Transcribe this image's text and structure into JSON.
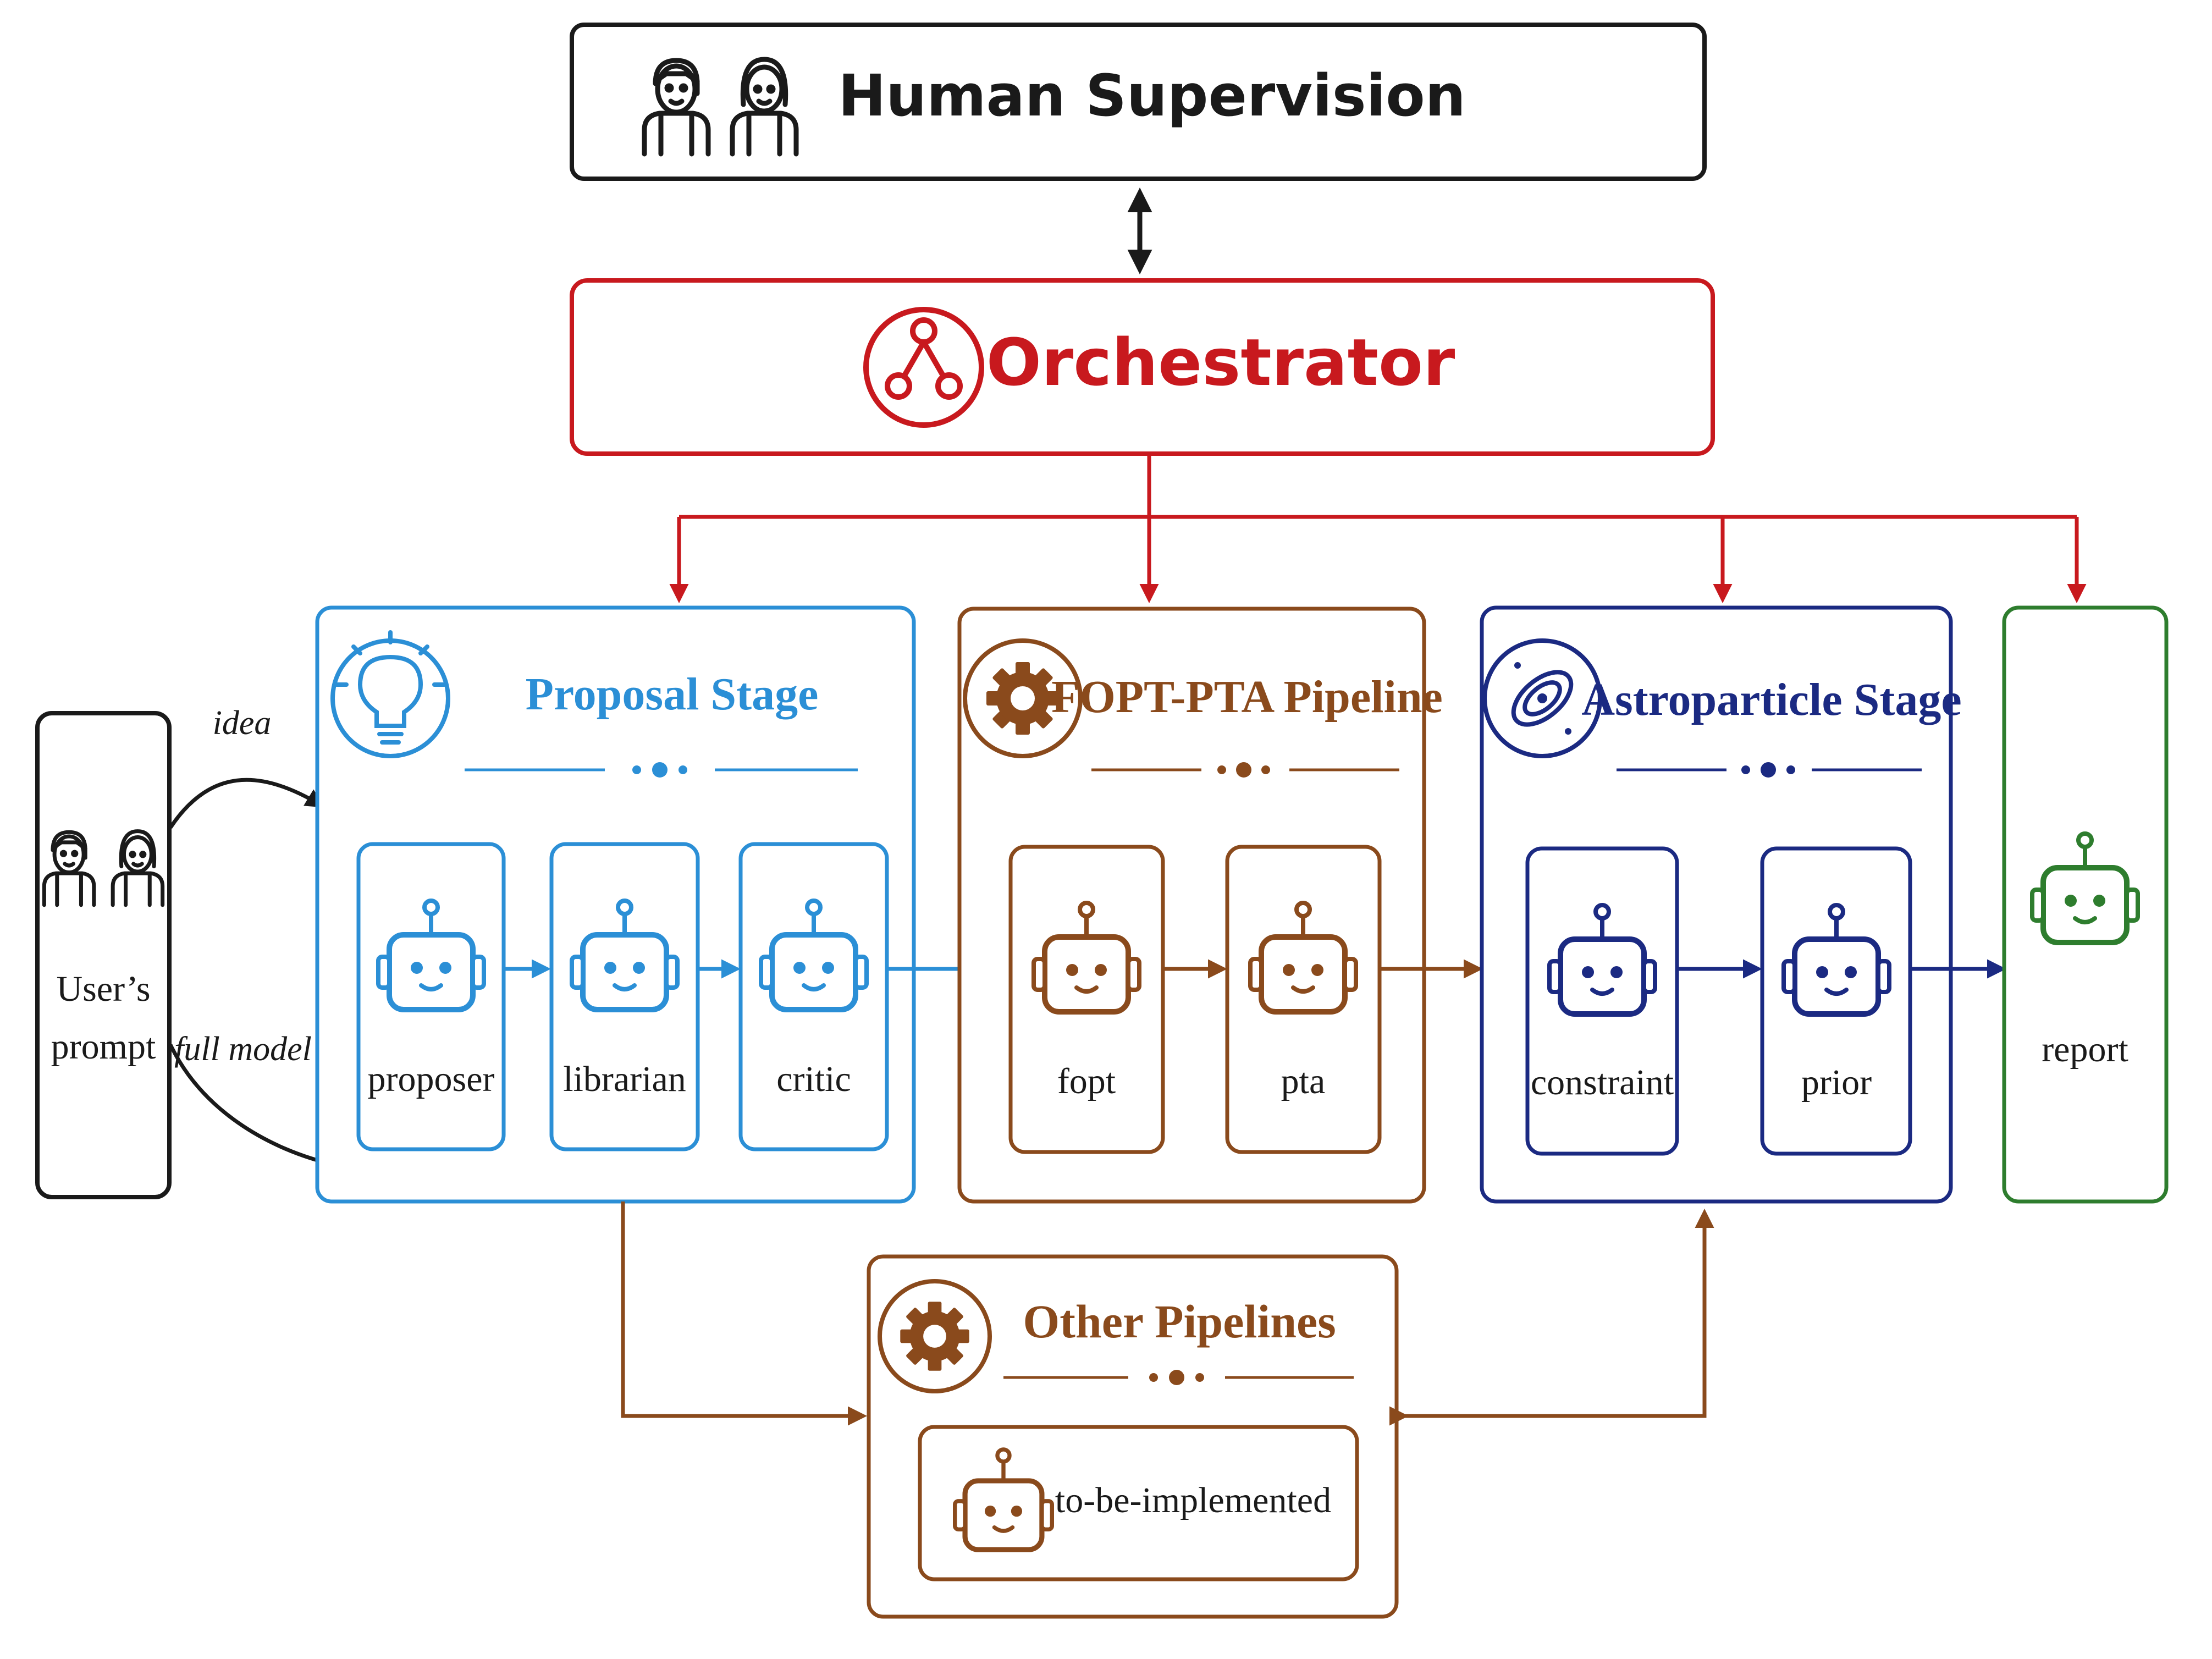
{
  "human_supervision": {
    "title": "Human Supervision"
  },
  "orchestrator": {
    "title": "Orchestrator"
  },
  "user": {
    "line1": "User’s",
    "line2": "prompt"
  },
  "edges": {
    "idea": "idea",
    "full_model": "full model"
  },
  "proposal_stage": {
    "title": "Proposal Stage",
    "agents": [
      "proposer",
      "librarian",
      "critic"
    ]
  },
  "fopt_pta_pipeline": {
    "title": "FOPT-PTA Pipeline",
    "agents": [
      "fopt",
      "pta"
    ]
  },
  "astroparticle_stage": {
    "title": "Astroparticle Stage",
    "agents": [
      "constraint",
      "prior"
    ]
  },
  "report": {
    "label": "report"
  },
  "other_pipelines": {
    "title": "Other Pipelines",
    "agent": "to-be-implemented"
  },
  "colors": {
    "black": "#1a1a1a",
    "red": "#c8191e",
    "blue": "#2b8fd6",
    "brown": "#8a4a1c",
    "navy": "#1b2a82",
    "green": "#2e7d2e"
  },
  "icons": {
    "people": "people-icon",
    "orchestrator": "network-nodes-icon",
    "proposal": "lightbulb-icon",
    "pipeline": "gear-icon",
    "astroparticle": "galaxy-icon",
    "agent": "robot-icon"
  }
}
